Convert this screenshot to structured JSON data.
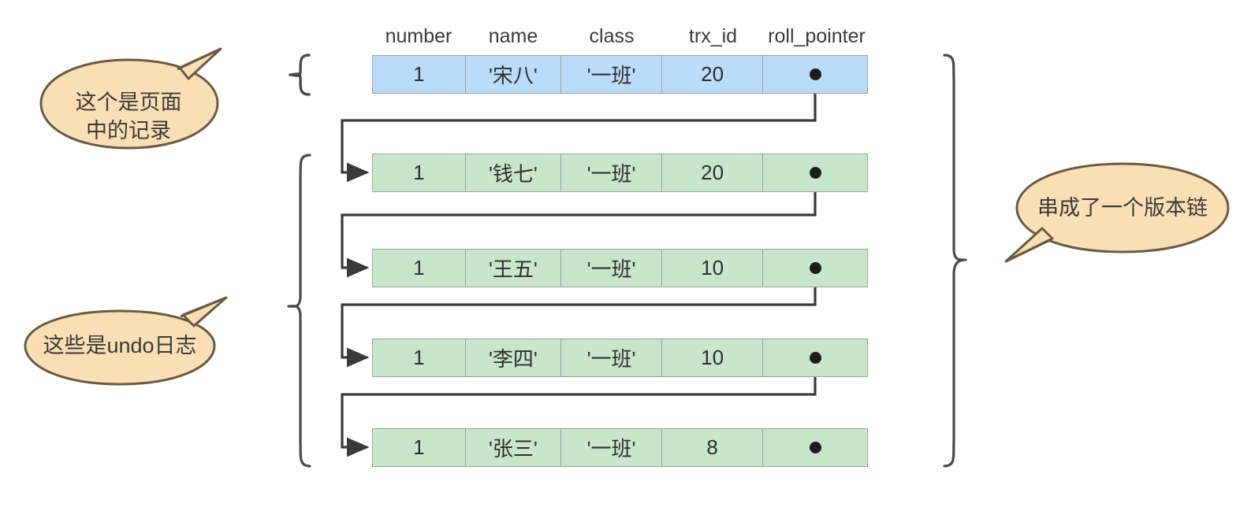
{
  "diagram": {
    "title": "MVCC undo log version chain",
    "colors": {
      "page_record_fill": "#bbdcf8",
      "undo_record_fill": "#c8e6c9",
      "cell_border": "#9aa0a6",
      "bubble_fill": "#fadfb4",
      "bubble_stroke": "#6b5a43",
      "connector": "#3a3a3a",
      "dot": "#1c1c1c",
      "brace": "#4a4a4a",
      "text": "#3a3a3a"
    },
    "columns": [
      {
        "key": "number",
        "label": "number"
      },
      {
        "key": "name",
        "label": "name"
      },
      {
        "key": "class",
        "label": "class"
      },
      {
        "key": "trx_id",
        "label": "trx_id"
      },
      {
        "key": "roll_pointer",
        "label": "roll_pointer"
      }
    ],
    "rows": [
      {
        "kind": "page-record",
        "number": "1",
        "name": "'宋八'",
        "class": "'一班'",
        "trx_id": "20",
        "roll_pointer": "pointer-dot",
        "has_outgoing_pointer": true
      },
      {
        "kind": "undo-log",
        "number": "1",
        "name": "'钱七'",
        "class": "'一班'",
        "trx_id": "20",
        "roll_pointer": "pointer-dot",
        "has_outgoing_pointer": true
      },
      {
        "kind": "undo-log",
        "number": "1",
        "name": "'王五'",
        "class": "'一班'",
        "trx_id": "10",
        "roll_pointer": "pointer-dot",
        "has_outgoing_pointer": true
      },
      {
        "kind": "undo-log",
        "number": "1",
        "name": "'李四'",
        "class": "'一班'",
        "trx_id": "10",
        "roll_pointer": "pointer-dot",
        "has_outgoing_pointer": true
      },
      {
        "kind": "undo-log",
        "number": "1",
        "name": "'张三'",
        "class": "'一班'",
        "trx_id": "8",
        "roll_pointer": "pointer-dot",
        "has_outgoing_pointer": false
      }
    ],
    "callouts": [
      {
        "id": "page-record-callout",
        "text": "这个是页面\n中的记录",
        "tail": "up-right"
      },
      {
        "id": "undo-log-callout",
        "text": "这些是undo日志",
        "tail": "up-right"
      },
      {
        "id": "version-chain-callout",
        "text": "串成了一个版本链",
        "tail": "down-left"
      }
    ],
    "braces": [
      {
        "id": "page-record-brace",
        "orientation": "left",
        "groups": "row-1"
      },
      {
        "id": "undo-log-brace",
        "orientation": "left",
        "groups": "rows-2-to-5"
      },
      {
        "id": "version-chain-brace",
        "orientation": "right",
        "groups": "rows-1-to-5"
      }
    ]
  }
}
